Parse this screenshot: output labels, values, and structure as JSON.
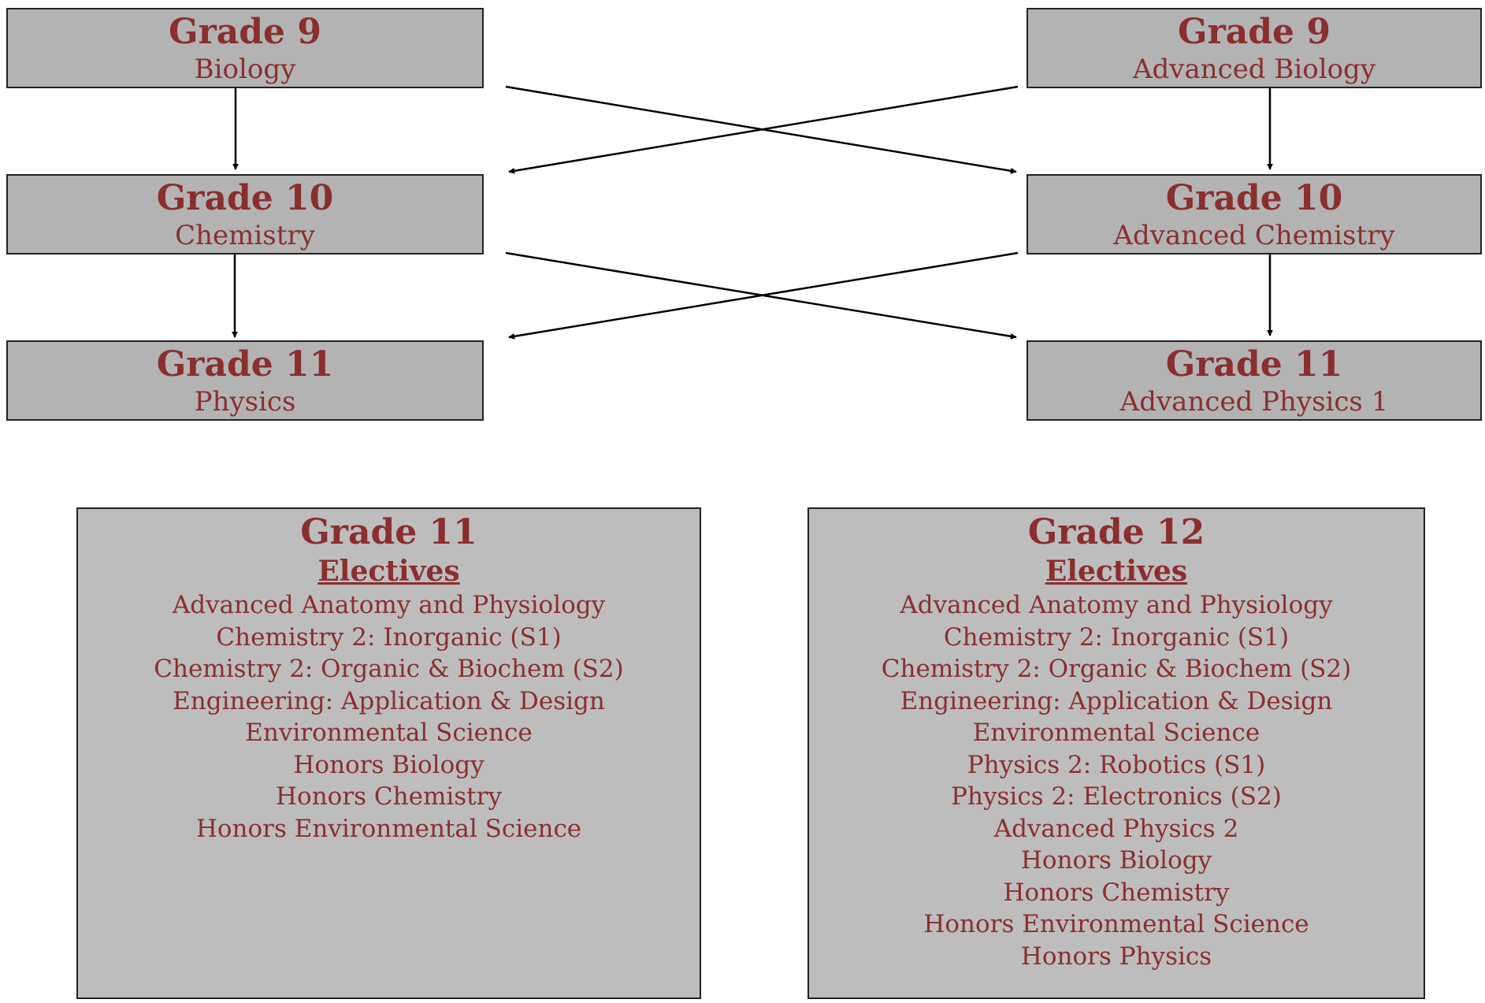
{
  "colors": {
    "box_fill": "#b3b3b3",
    "elective_fill": "#bdbdbd",
    "text": "#8b2e2e",
    "border": "#222222",
    "arrow": "#000000"
  },
  "left_track": [
    {
      "grade": "Grade 9",
      "course": "Biology"
    },
    {
      "grade": "Grade 10",
      "course": "Chemistry"
    },
    {
      "grade": "Grade 11",
      "course": "Physics"
    }
  ],
  "right_track": [
    {
      "grade": "Grade 9",
      "course": "Advanced Biology"
    },
    {
      "grade": "Grade 10",
      "course": "Advanced Chemistry"
    },
    {
      "grade": "Grade 11",
      "course": "Advanced Physics 1"
    }
  ],
  "electives": [
    {
      "grade": "Grade 11",
      "heading": "Electives",
      "items": [
        "Advanced Anatomy and Physiology",
        "Chemistry 2: Inorganic (S1)",
        "Chemistry 2: Organic & Biochem (S2)",
        "Engineering: Application & Design",
        "Environmental Science",
        "Honors Biology",
        "Honors Chemistry",
        "Honors Environmental Science"
      ]
    },
    {
      "grade": "Grade 12",
      "heading": "Electives",
      "items": [
        "Advanced Anatomy and Physiology",
        "Chemistry 2: Inorganic (S1)",
        "Chemistry 2: Organic & Biochem (S2)",
        "Engineering: Application & Design",
        "Environmental Science",
        "Physics 2: Robotics (S1)",
        "Physics 2: Electronics (S2)",
        "Advanced Physics 2",
        "Honors Biology",
        "Honors Chemistry",
        "Honors Environmental Science",
        "Honors Physics"
      ]
    }
  ]
}
